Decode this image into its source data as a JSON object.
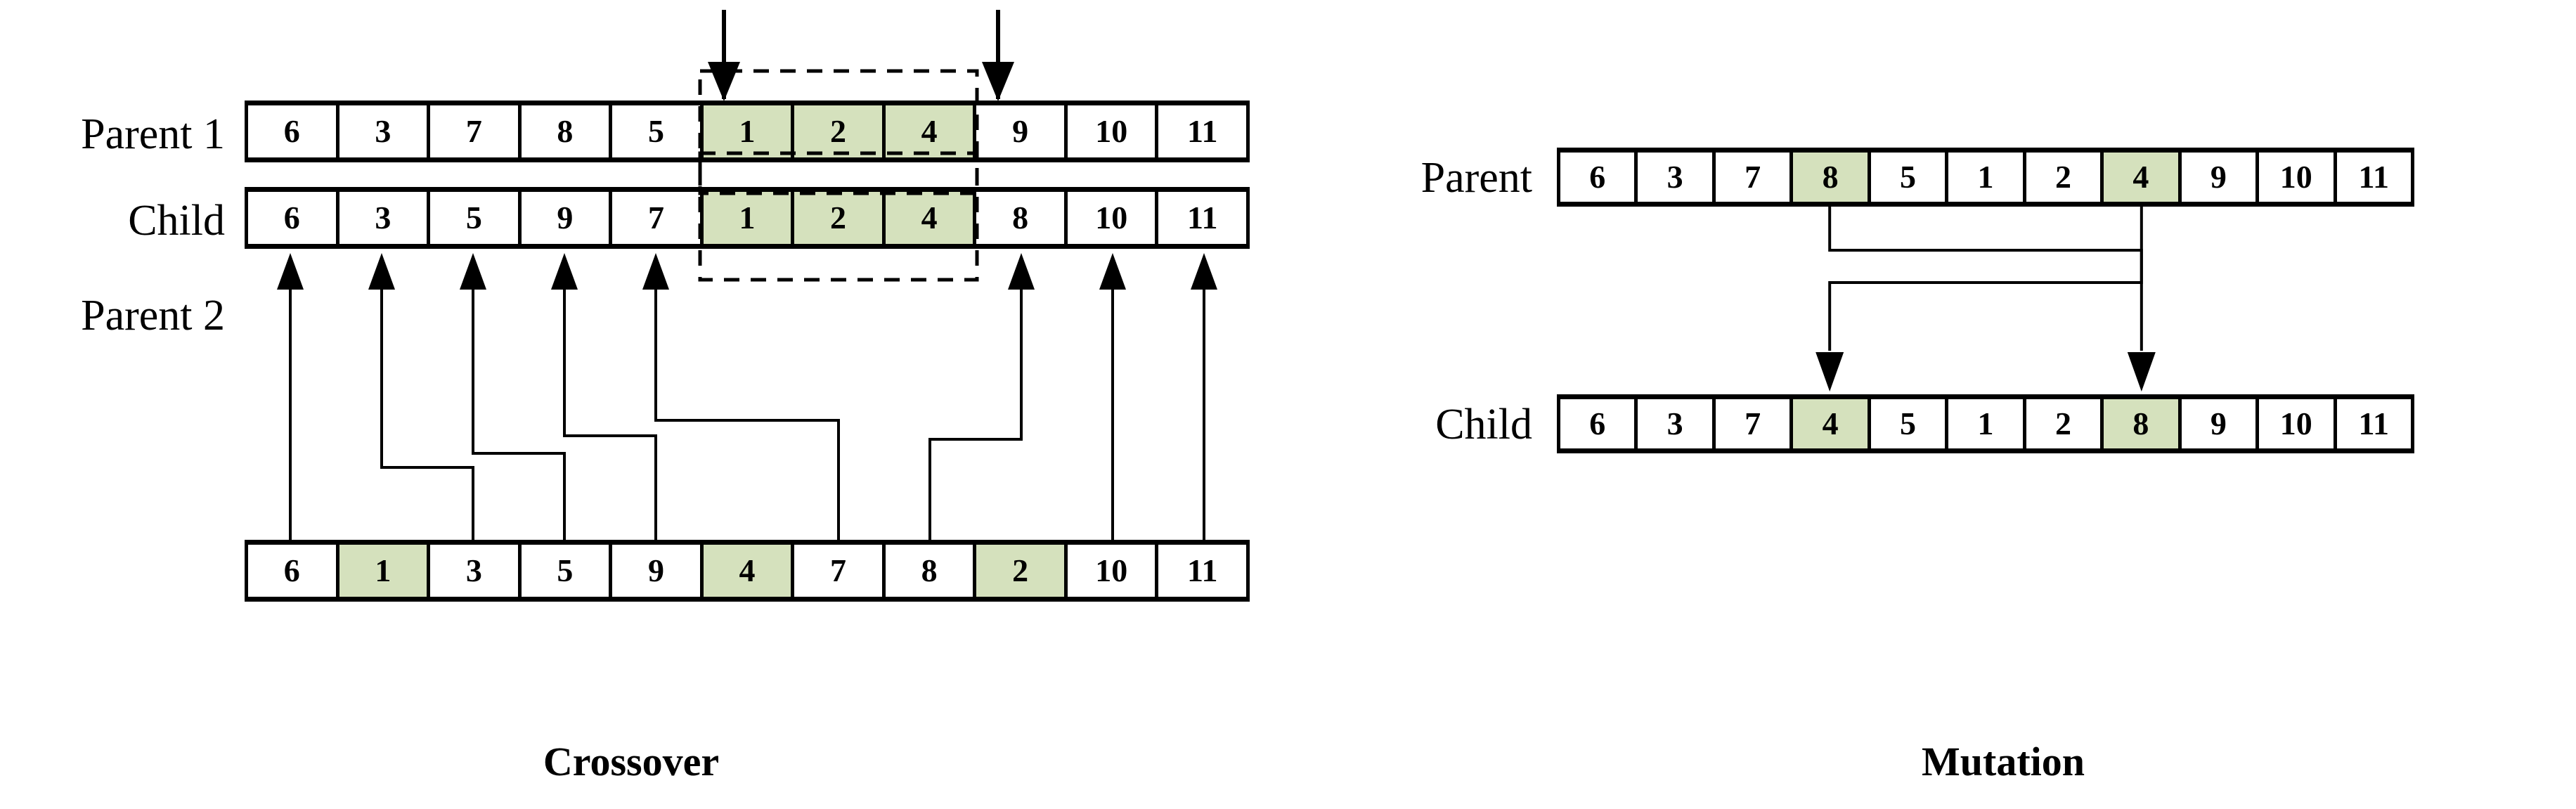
{
  "figure": {
    "title_left": "Crossover",
    "title_right": "Mutation",
    "highlight_color": "#d5e1bd",
    "line_color": "#000000",
    "background": "#ffffff"
  },
  "crossover": {
    "caption": "Crossover",
    "cut_points": [
      5,
      8
    ],
    "rows": [
      {
        "label": "Parent 1",
        "genes": [
          "6",
          "3",
          "7",
          "8",
          "5",
          "1",
          "2",
          "4",
          "9",
          "10",
          "11"
        ],
        "highlighted_indices": [
          5,
          6,
          7
        ],
        "dashed_segment": [
          5,
          7
        ]
      },
      {
        "label": "Child",
        "genes": [
          "6",
          "3",
          "5",
          "9",
          "7",
          "1",
          "2",
          "4",
          "8",
          "10",
          "11"
        ],
        "highlighted_indices": [
          5,
          6,
          7
        ],
        "dashed_segment": [
          5,
          7
        ]
      },
      {
        "label": "Parent 2",
        "genes": [
          "6",
          "1",
          "3",
          "5",
          "9",
          "4",
          "7",
          "8",
          "2",
          "10",
          "11"
        ],
        "highlighted_indices": [
          1,
          5,
          8
        ],
        "dashed_segment": null
      }
    ],
    "mapping_note": "parent2 index -> child index",
    "connectors": [
      {
        "from_index": 0,
        "to_index": 0
      },
      {
        "from_index": 2,
        "to_index": 1
      },
      {
        "from_index": 3,
        "to_index": 2
      },
      {
        "from_index": 4,
        "to_index": 3
      },
      {
        "from_index": 6,
        "to_index": 4
      },
      {
        "from_index": 7,
        "to_index": 8
      },
      {
        "from_index": 9,
        "to_index": 9
      },
      {
        "from_index": 10,
        "to_index": 10
      }
    ]
  },
  "mutation": {
    "caption": "Mutation",
    "swap_indices": [
      3,
      7
    ],
    "rows": [
      {
        "label": "Parent",
        "genes": [
          "6",
          "3",
          "7",
          "8",
          "5",
          "1",
          "2",
          "4",
          "9",
          "10",
          "11"
        ],
        "highlighted_indices": [
          3,
          7
        ]
      },
      {
        "label": "Child",
        "genes": [
          "6",
          "3",
          "7",
          "4",
          "5",
          "1",
          "2",
          "8",
          "9",
          "10",
          "11"
        ],
        "highlighted_indices": [
          3,
          7
        ]
      }
    ],
    "connectors": [
      {
        "from_index": 3,
        "to_index": 7
      },
      {
        "from_index": 7,
        "to_index": 3
      }
    ]
  }
}
